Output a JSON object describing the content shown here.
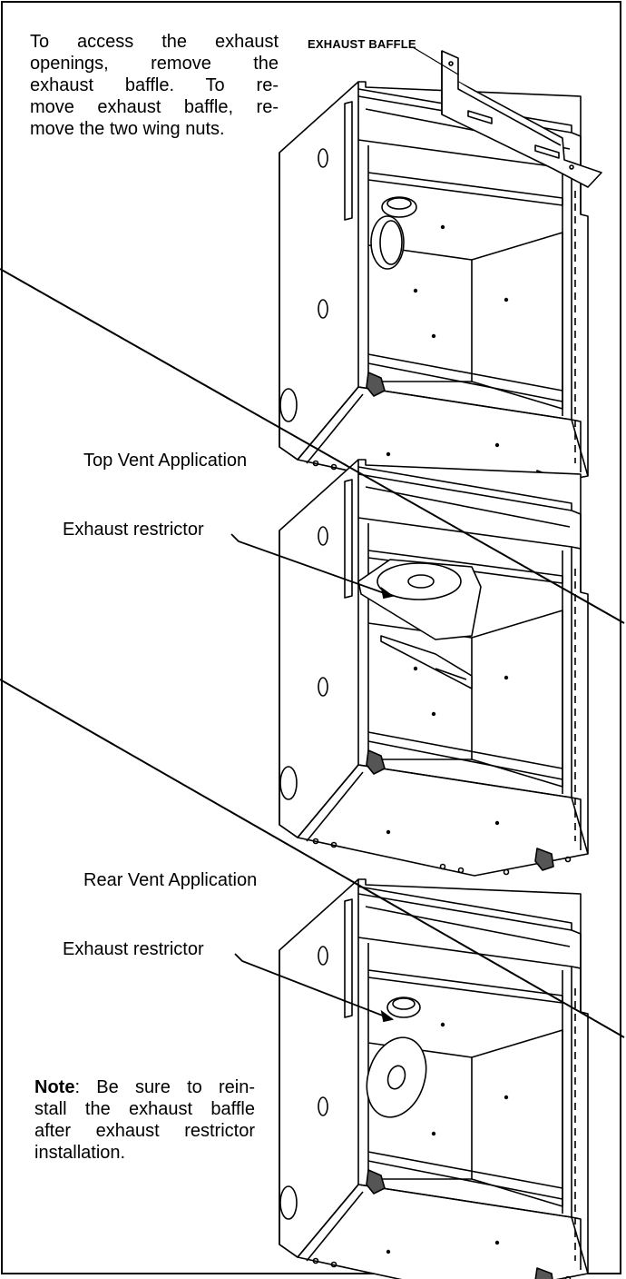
{
  "intro": {
    "lines": [
      "To access the exhaust",
      "openings, remove the",
      "exhaust baffle. To re-",
      "move exhaust baffle, re-",
      "move the two wing nuts."
    ]
  },
  "labels": {
    "exhaust_baffle": "EXHAUST BAFFLE",
    "top_vent_title": "Top Vent Application",
    "rear_vent_title": "Rear Vent Application",
    "exhaust_restrictor_top": "Exhaust restrictor",
    "exhaust_restrictor_rear": "Exhaust restrictor"
  },
  "note": {
    "bold": "Note",
    "line1_rest": ": Be sure to rein-",
    "lines": [
      "stall the exhaust baffle",
      "after exhaust restrictor",
      "installation."
    ]
  }
}
